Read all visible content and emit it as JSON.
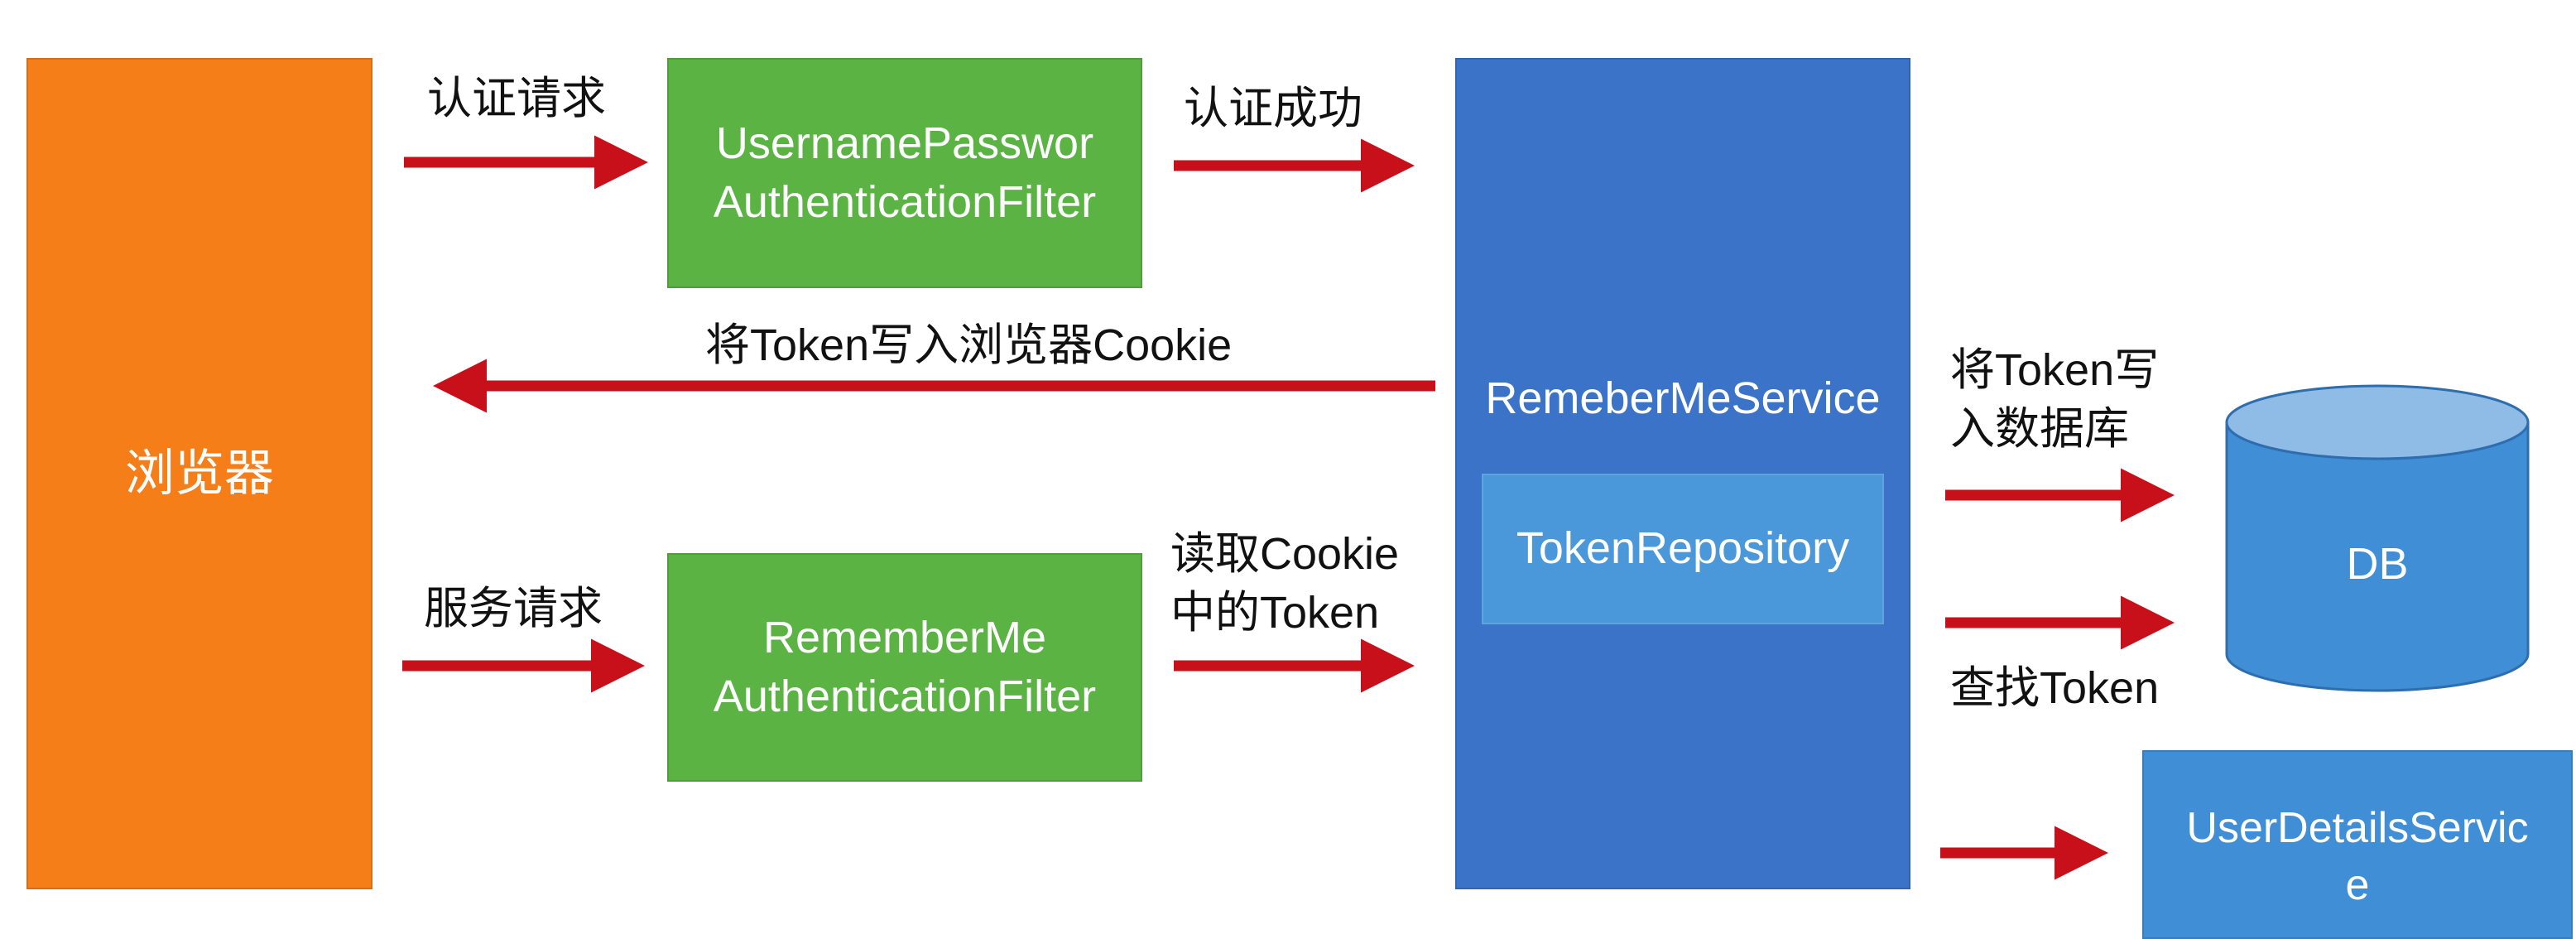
{
  "colors": {
    "browser": "#F57E18",
    "filter": "#5BB344",
    "service": "#3A73C8",
    "repository": "#4A97DA",
    "db": "#3F8ED6",
    "db_top": "#8EBCE6",
    "user_details": "#3F8ED6",
    "arrow": "#C8101A"
  },
  "nodes": {
    "browser": "浏览器",
    "username_filter": "UsernamePasswor\nAuthenticationFilter",
    "rememberme_filter": "RememberMe\nAuthenticationFilter",
    "rememberme_service": "RemeberMeService",
    "token_repository": "TokenRepository",
    "db": "DB",
    "user_details_service": "UserDetailsServic\ne"
  },
  "edges": {
    "auth_request": "认证请求",
    "auth_success": "认证成功",
    "write_cookie": "将Token写入浏览器Cookie",
    "service_request": "服务请求",
    "read_cookie": "读取Cookie\n中的Token",
    "write_db": "将Token写\n入数据库",
    "find_token": "查找Token"
  }
}
